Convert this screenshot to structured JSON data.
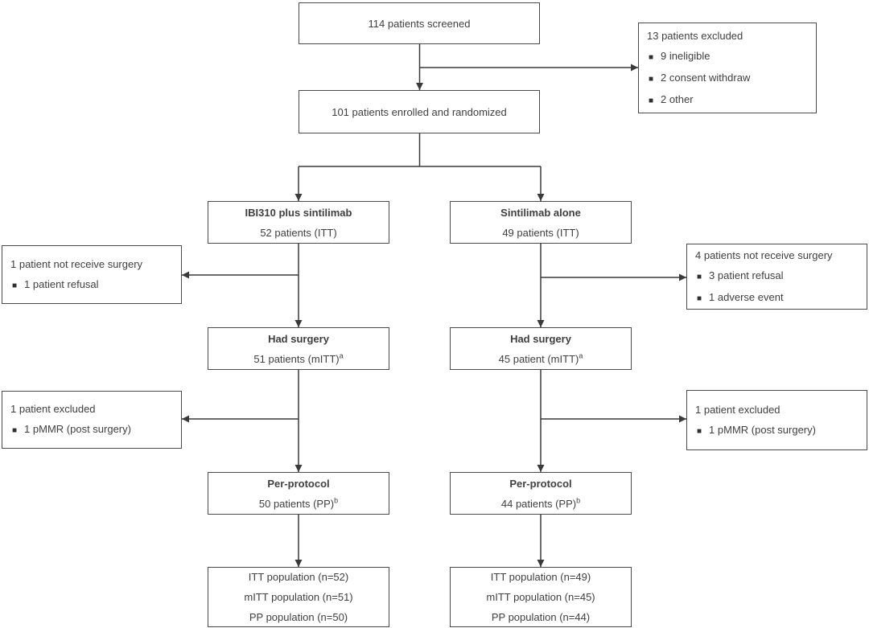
{
  "style": {
    "ink_color": "#3f3f3f",
    "border_color": "#4a4a4a",
    "background_color": "#ffffff"
  },
  "bullet_icon": "■",
  "boxes": {
    "screened": {
      "text": "114 patients screened"
    },
    "excluded_screening": {
      "title": "13 patients excluded",
      "items": [
        "9 ineligible",
        "2 consent withdraw",
        "2 other"
      ]
    },
    "enrolled": {
      "text": "101 patients enrolled and randomized"
    },
    "arm_left": {
      "title": "IBI310 plus sintilimab",
      "subtitle": "52 patients (ITT)"
    },
    "arm_right": {
      "title": "Sintilimab alone",
      "subtitle": "49 patients (ITT)"
    },
    "no_surgery_left": {
      "title": "1 patient not receive surgery",
      "items": [
        "1 patient refusal"
      ]
    },
    "no_surgery_right": {
      "title": "4 patients not receive surgery",
      "items": [
        "3 patient refusal",
        "1 adverse event"
      ]
    },
    "surgery_left": {
      "title": "Had surgery",
      "subtitle": "51 patients (mITT)",
      "sup": "a"
    },
    "surgery_right": {
      "title": "Had surgery",
      "subtitle": "45 patient (mITT)",
      "sup": "a"
    },
    "excluded_left": {
      "title": "1 patient excluded",
      "items": [
        "1 pMMR (post surgery)"
      ]
    },
    "excluded_right": {
      "title": "1 patient excluded",
      "items": [
        "1 pMMR (post surgery)"
      ]
    },
    "pp_left": {
      "title": "Per-protocol",
      "subtitle": "50 patients (PP)",
      "sup": "b"
    },
    "pp_right": {
      "title": "Per-protocol",
      "subtitle": "44 patients (PP)",
      "sup": "b"
    },
    "pop_left": {
      "lines": [
        "ITT population (n=52)",
        "mITT population (n=51)",
        "PP population (n=50)"
      ]
    },
    "pop_right": {
      "lines": [
        "ITT population (n=49)",
        "mITT population (n=45)",
        "PP population (n=44)"
      ]
    }
  }
}
